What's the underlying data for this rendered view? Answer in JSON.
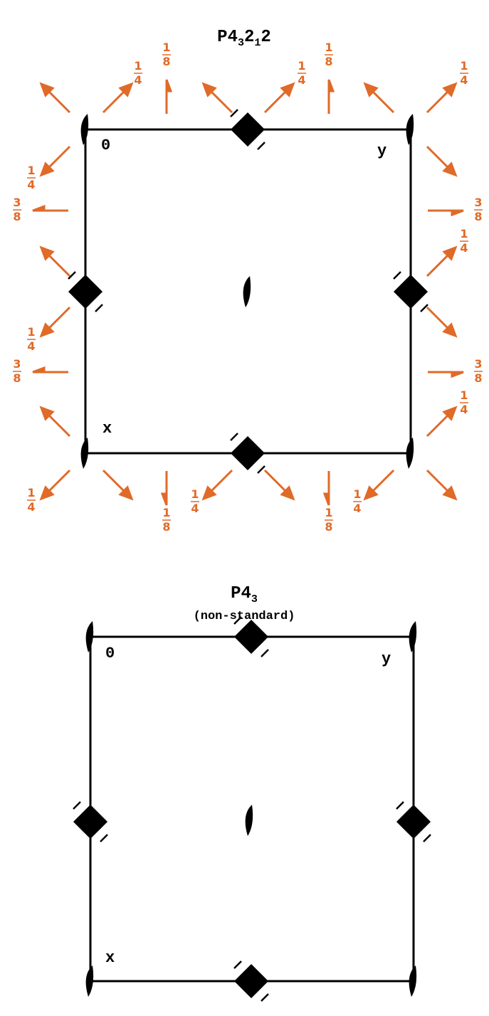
{
  "colors": {
    "axis": "#e06a28",
    "ink": "#000000",
    "background": "#ffffff"
  },
  "diagrams": [
    {
      "id": "p43212",
      "title": {
        "main": "P4",
        "sub1": "3",
        "mid": "2",
        "sub2": "1",
        "tail": "2"
      },
      "subtitle": "",
      "corner_labels": {
        "origin": "0",
        "x": "x",
        "y": "y"
      },
      "axis_height_labels": {
        "top": [
          "1/4",
          "1/8",
          "1/4",
          "1/8",
          "1/4"
        ],
        "left": [
          "1/4",
          "3/8",
          "1/4",
          "3/8",
          "1/4"
        ],
        "right": [
          "3/8",
          "1/4",
          "3/8",
          "1/4"
        ],
        "bottom": [
          "1/8",
          "1/4",
          "1/8",
          "1/4"
        ]
      }
    },
    {
      "id": "p43",
      "title": {
        "main": "P4",
        "sub1": "3"
      },
      "subtitle": "(non-standard)",
      "corner_labels": {
        "origin": "0",
        "x": "x",
        "y": "y"
      }
    }
  ],
  "icons": {
    "fourfold_screw": "fourfold-screw-axis-icon",
    "twofold_axis": "twofold-axis-icon",
    "inplane_axis": "inplane-twofold-axis-icon"
  }
}
